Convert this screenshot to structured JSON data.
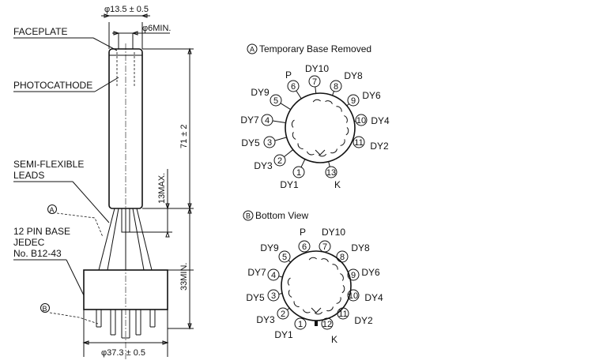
{
  "tube": {
    "dim_faceplate_dia": "φ13.5 ± 0.5",
    "dim_photocathode_min": "φ6MIN.",
    "dim_length": "71 ± 2",
    "dim_leads_max": "13MAX.",
    "dim_base_min": "33MIN.",
    "dim_base_dia": "φ37.3 ± 0.5",
    "label_faceplate": "FACEPLATE",
    "label_photocathode": "PHOTOCATHODE",
    "label_leads_1": "SEMI-FLEXIBLE",
    "label_leads_2": "LEADS",
    "marker_a": "A",
    "label_base_1": "12 PIN BASE",
    "label_base_2": "JEDEC",
    "label_base_3": "No. B12-43",
    "marker_b": "B"
  },
  "view_a": {
    "marker": "A",
    "title": "Temporary Base Removed",
    "pins": [
      {
        "num": "1",
        "name": "DY1"
      },
      {
        "num": "2",
        "name": "DY3"
      },
      {
        "num": "3",
        "name": "DY5"
      },
      {
        "num": "4",
        "name": "DY7"
      },
      {
        "num": "5",
        "name": "DY9"
      },
      {
        "num": "6",
        "name": "P"
      },
      {
        "num": "7",
        "name": "DY10"
      },
      {
        "num": "8",
        "name": "DY8"
      },
      {
        "num": "9",
        "name": "DY6"
      },
      {
        "num": "10",
        "name": "DY4"
      },
      {
        "num": "11",
        "name": "DY2"
      },
      {
        "num": "13",
        "name": "K"
      }
    ]
  },
  "view_b": {
    "marker": "B",
    "title": "Bottom View",
    "pins": [
      {
        "num": "1",
        "name": "DY1"
      },
      {
        "num": "2",
        "name": "DY3"
      },
      {
        "num": "3",
        "name": "DY5"
      },
      {
        "num": "4",
        "name": "DY7"
      },
      {
        "num": "5",
        "name": "DY9"
      },
      {
        "num": "6",
        "name": "P"
      },
      {
        "num": "7",
        "name": "DY10"
      },
      {
        "num": "8",
        "name": "DY8"
      },
      {
        "num": "9",
        "name": "DY6"
      },
      {
        "num": "10",
        "name": "DY4"
      },
      {
        "num": "11",
        "name": "DY2"
      },
      {
        "num": "12",
        "name": "K"
      }
    ]
  }
}
